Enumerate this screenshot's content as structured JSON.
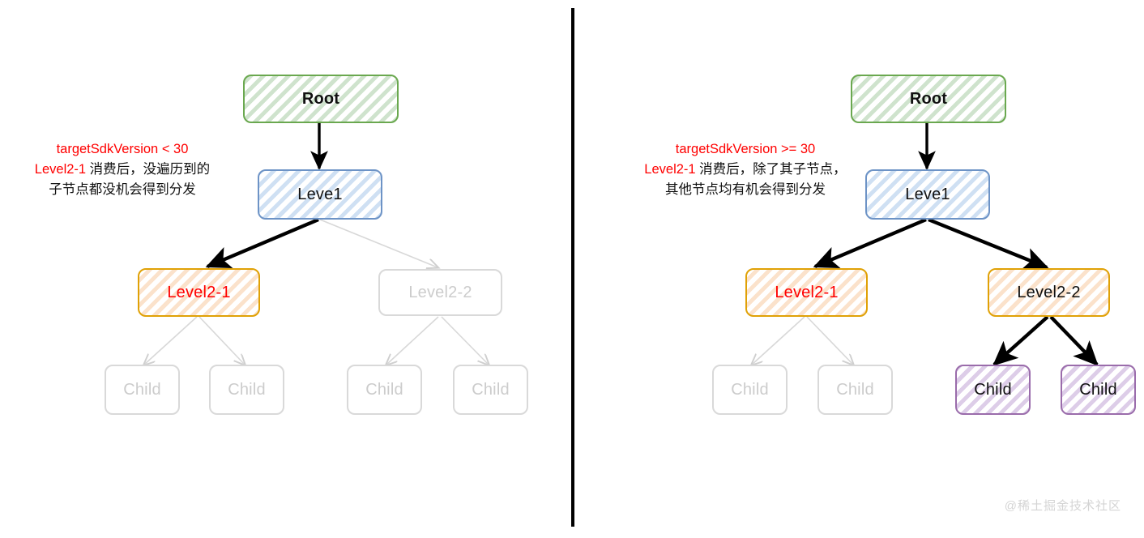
{
  "diagram": {
    "title": "Android touch event dispatch by targetSdkVersion",
    "watermark": "@稀土掘金技术社区",
    "colors": {
      "root_border": "#6aa84f",
      "level1_border": "#6d93c6",
      "level2_border": "#e0a106",
      "child_border": "#9a6cab",
      "muted_border": "#d9d9d9",
      "accent_red": "#ff0000",
      "edge_active": "#000000",
      "edge_muted": "#cccccc",
      "divider": "#000000"
    }
  },
  "panels": [
    {
      "id": "left",
      "annotation": {
        "line1": "targetSdkVersion < 30",
        "line2_red": "Level2-1",
        "line2_rest": " 消费后，没遍历到的",
        "line3": "子节点都没机会得到分发"
      },
      "nodes": {
        "root": "Root",
        "level1": "Leve1",
        "level2_1": "Level2-1",
        "level2_2": "Level2-2",
        "child_a": "Child",
        "child_b": "Child",
        "child_c": "Child",
        "child_d": "Child"
      }
    },
    {
      "id": "right",
      "annotation": {
        "line1": "targetSdkVersion >= 30",
        "line2_red": "Level2-1",
        "line2_rest": " 消费后，除了其子节点，",
        "line3": "其他节点均有机会得到分发"
      },
      "nodes": {
        "root": "Root",
        "level1": "Leve1",
        "level2_1": "Level2-1",
        "level2_2": "Level2-2",
        "child_a": "Child",
        "child_b": "Child",
        "child_c": "Child",
        "child_d": "Child"
      }
    }
  ]
}
